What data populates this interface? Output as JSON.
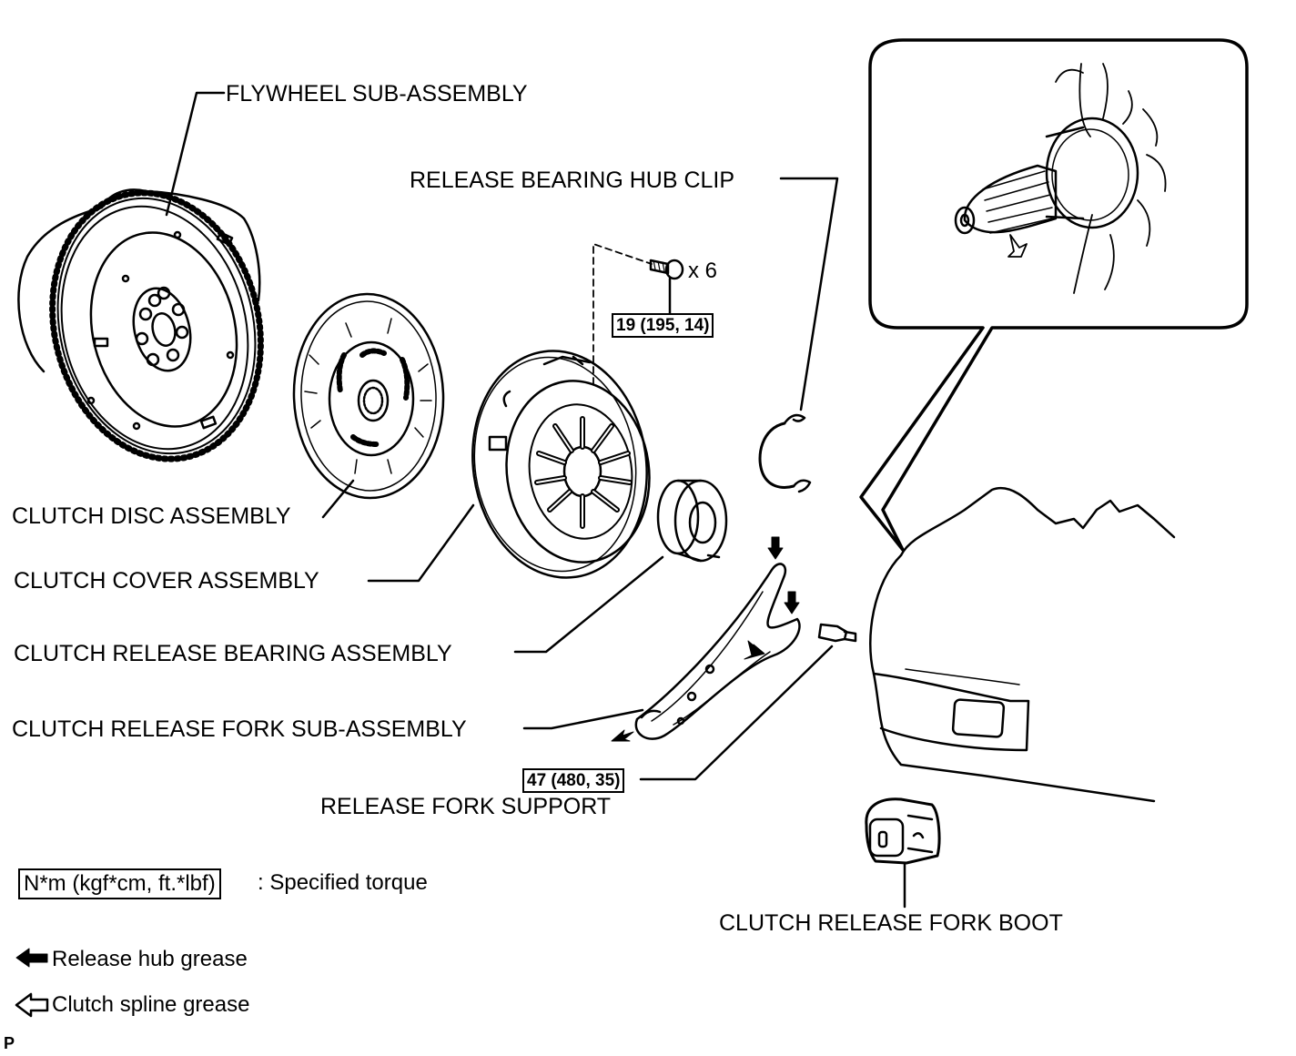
{
  "labels": {
    "flywheel": "FLYWHEEL SUB-ASSEMBLY",
    "hub_clip": "RELEASE BEARING HUB CLIP",
    "clutch_disc": "CLUTCH DISC ASSEMBLY",
    "clutch_cover": "CLUTCH COVER ASSEMBLY",
    "release_bearing": "CLUTCH RELEASE BEARING ASSEMBLY",
    "release_fork": "CLUTCH RELEASE FORK SUB-ASSEMBLY",
    "fork_support": "RELEASE FORK SUPPORT",
    "fork_boot": "CLUTCH RELEASE FORK BOOT"
  },
  "torques": {
    "cover_bolt": "19 (195, 14)",
    "fork_support": "47 (480, 35)"
  },
  "bolt_count": "x 6",
  "legend": {
    "torque_unit": "N*m (kgf*cm, ft.*lbf)",
    "torque_text": ": Specified torque",
    "hub_grease": "Release hub grease",
    "spline_grease": "Clutch spline grease"
  },
  "code": "P",
  "colors": {
    "ink": "#000000",
    "paper": "#ffffff"
  }
}
